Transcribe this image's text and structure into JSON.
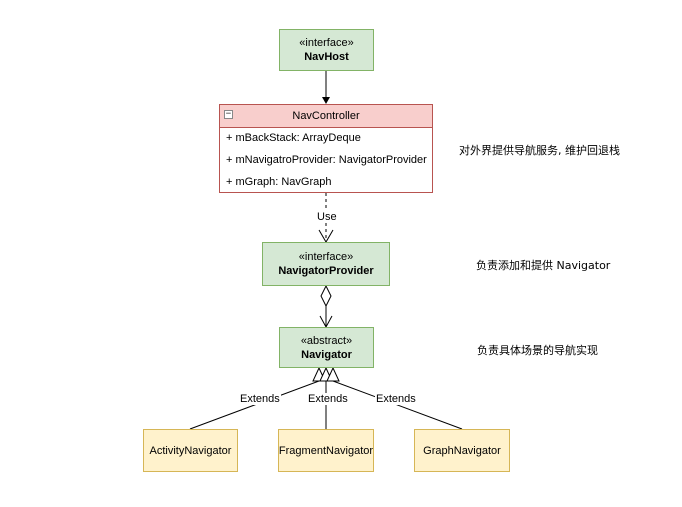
{
  "navhost": {
    "stereotype": "«interface»",
    "name": "NavHost"
  },
  "navcontroller": {
    "name": "NavController",
    "collapse_glyph": "−",
    "fields": [
      "+ mBackStack: ArrayDeque",
      "+ mNavigatroProvider: NavigatorProvider",
      "+ mGraph: NavGraph"
    ]
  },
  "navigatorprovider": {
    "stereotype": "«interface»",
    "name": "NavigatorProvider"
  },
  "navigator": {
    "stereotype": "«abstract»",
    "name": "Navigator"
  },
  "subclasses": [
    "ActivityNavigator",
    "FragmentNavigator",
    "GraphNavigator"
  ],
  "edge_labels": {
    "use": "Use",
    "extends": "Extends"
  },
  "notes": {
    "navcontroller": "对外界提供导航服务, 维护回退栈",
    "navigatorprovider": "负责添加和提供 Navigator",
    "navigator": "负责具体场景的导航实现"
  },
  "colors": {
    "green_fill": "#d5e8d4",
    "green_stroke": "#82b366",
    "red_fill": "#f8cecc",
    "red_stroke": "#b85450",
    "yellow_fill": "#fff2cc",
    "yellow_stroke": "#d6b656"
  }
}
